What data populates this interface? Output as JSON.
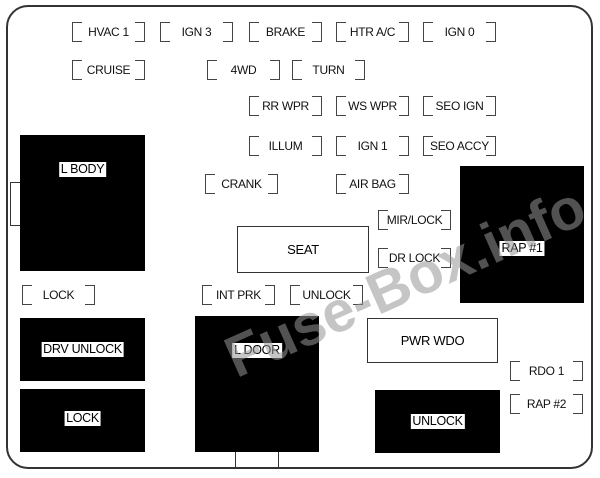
{
  "fuses": {
    "hvac1": "HVAC 1",
    "ign3": "IGN 3",
    "brake": "BRAKE",
    "htr_ac": "HTR A/C",
    "ign0": "IGN 0",
    "cruise": "CRUISE",
    "fwd": "4WD",
    "turn": "TURN",
    "rr_wpr": "RR WPR",
    "ws_wpr": "WS WPR",
    "seo_ign": "SEO IGN",
    "illum": "ILLUM",
    "ign1": "IGN 1",
    "seo_accy": "SEO ACCY",
    "crank": "CRANK",
    "air_bag": "AIR BAG",
    "mir_lock": "MIR/LOCK",
    "dr_lock": "DR LOCK",
    "lock": "LOCK",
    "int_prk": "INT PRK",
    "unlock": "UNLOCK",
    "rdo1": "RDO 1",
    "rap2": "RAP #2"
  },
  "relays": {
    "l_body": "L BODY",
    "rap1": "RAP #1",
    "drv_unlock": "DRV UNLOCK",
    "lock": "LOCK",
    "l_door": "L DOOR",
    "unlock": "UNLOCK"
  },
  "breakers": {
    "seat": "SEAT",
    "pwr_wdo": "PWR WDO"
  },
  "watermark": "Fuse-Box.info"
}
